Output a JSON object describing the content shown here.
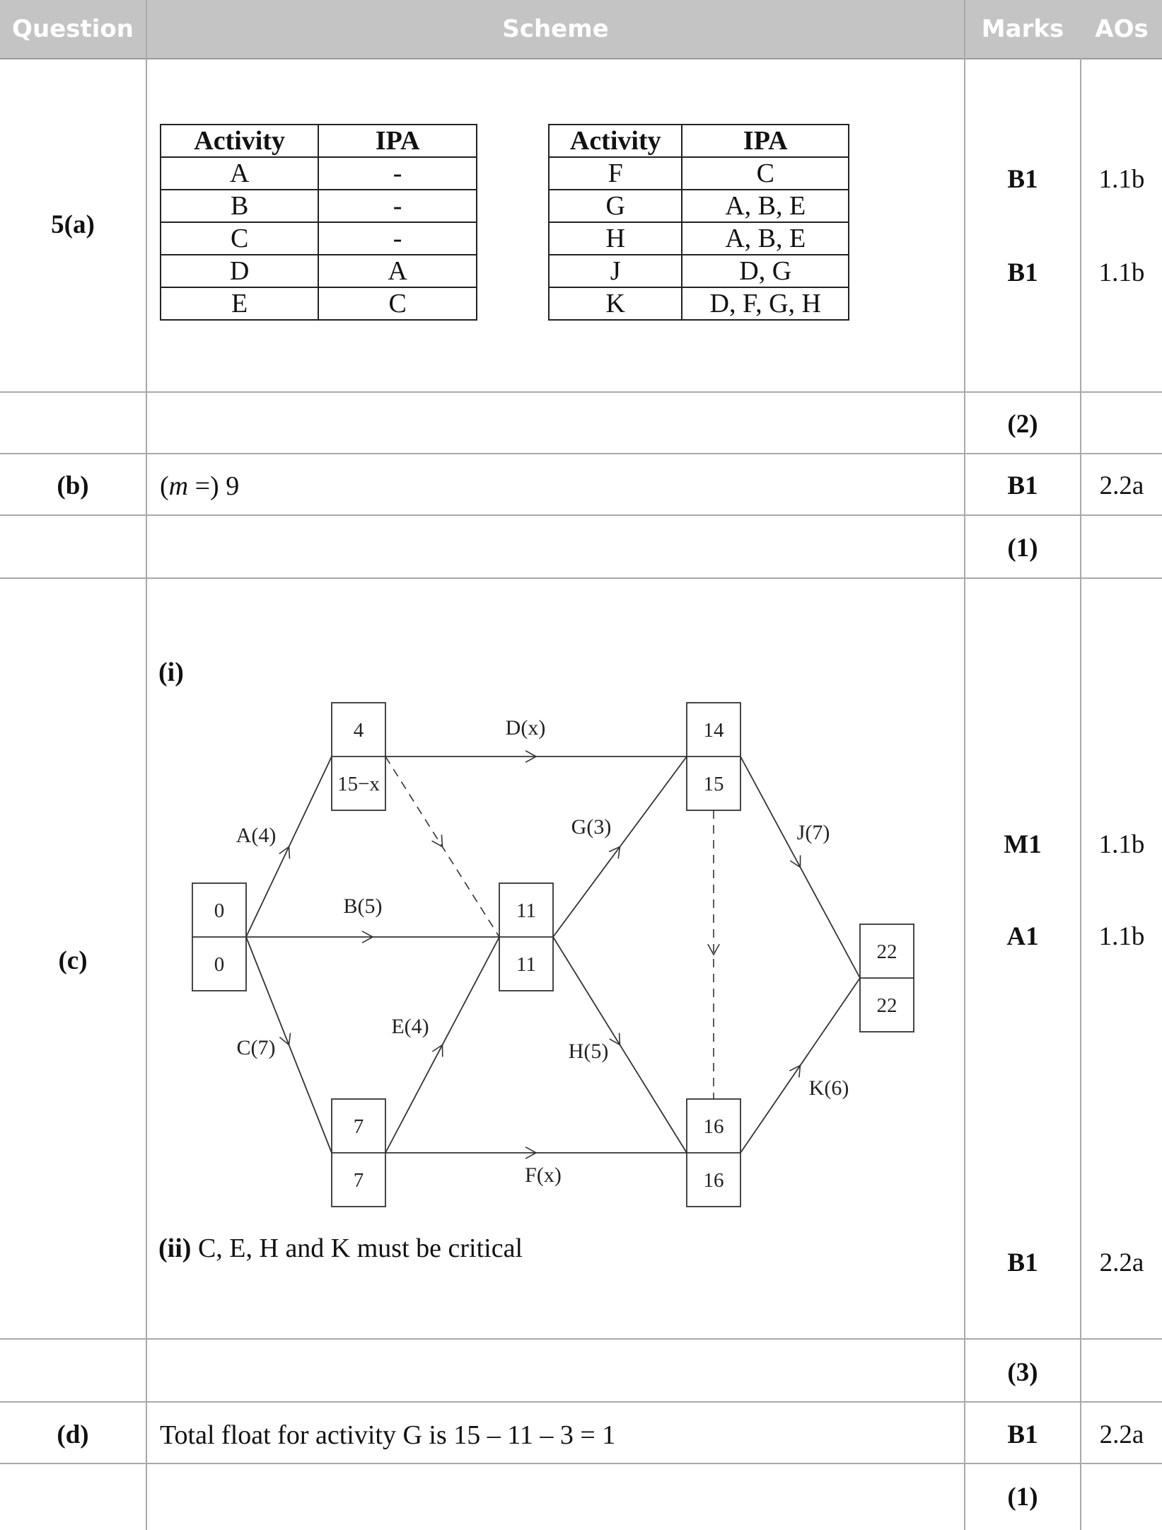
{
  "header": {
    "question": "Question",
    "scheme": "Scheme",
    "marks": "Marks",
    "aos": "AOs"
  },
  "rows": {
    "a": {
      "question": "5(a)",
      "marks": [
        "B1",
        "B1"
      ],
      "aos": [
        "1.1b",
        "1.1b"
      ],
      "total": "(2)"
    },
    "b": {
      "question": "(b)",
      "scheme_prefix": "(",
      "scheme_var": "m",
      "scheme_suffix": " =) 9",
      "marks": "B1",
      "aos": "2.2a",
      "total": "(1)"
    },
    "c": {
      "question": "(c)",
      "part_i": "(i)",
      "part_ii_label": "(ii)",
      "part_ii_text": "C, E, H and K must be critical",
      "marks": [
        "M1",
        "A1",
        "B1"
      ],
      "aos": [
        "1.1b",
        "1.1b",
        "2.2a"
      ],
      "total": "(3)"
    },
    "d": {
      "question": "(d)",
      "scheme": "Total float for activity G is 15 – 11 – 3 = 1",
      "marks": "B1",
      "aos": "2.2a",
      "total": "(1)"
    }
  },
  "ipa_tables": {
    "headers": [
      "Activity",
      "IPA"
    ],
    "left": [
      [
        "A",
        "-"
      ],
      [
        "B",
        "-"
      ],
      [
        "C",
        "-"
      ],
      [
        "D",
        "A"
      ],
      [
        "E",
        "C"
      ]
    ],
    "right": [
      [
        "F",
        "C"
      ],
      [
        "G",
        "A, B, E"
      ],
      [
        "H",
        "A, B, E"
      ],
      [
        "J",
        "D, G"
      ],
      [
        "K",
        "D, F, G, H"
      ]
    ]
  },
  "network": {
    "nodes": [
      {
        "id": "n0",
        "early": "0",
        "late": "0"
      },
      {
        "id": "n1",
        "early": "4",
        "late": "15−x"
      },
      {
        "id": "n2",
        "early": "11",
        "late": "11"
      },
      {
        "id": "n3",
        "early": "7",
        "late": "7"
      },
      {
        "id": "n4",
        "early": "14",
        "late": "15"
      },
      {
        "id": "n5",
        "early": "16",
        "late": "16"
      },
      {
        "id": "n6",
        "early": "22",
        "late": "22"
      }
    ],
    "activities": [
      {
        "label": "A(4)",
        "from": "n0",
        "to": "n1"
      },
      {
        "label": "B(5)",
        "from": "n0",
        "to": "n2"
      },
      {
        "label": "C(7)",
        "from": "n0",
        "to": "n3"
      },
      {
        "label": "D(x)",
        "from": "n1",
        "to": "n4"
      },
      {
        "label": "E(4)",
        "from": "n3",
        "to": "n2"
      },
      {
        "label": "F(x)",
        "from": "n3",
        "to": "n5"
      },
      {
        "label": "G(3)",
        "from": "n2",
        "to": "n4"
      },
      {
        "label": "H(5)",
        "from": "n2",
        "to": "n5"
      },
      {
        "label": "J(7)",
        "from": "n4",
        "to": "n6"
      },
      {
        "label": "K(6)",
        "from": "n5",
        "to": "n6"
      }
    ],
    "dummies": [
      {
        "from": "n1",
        "to": "n2"
      },
      {
        "from": "n4",
        "to": "n5"
      }
    ]
  }
}
